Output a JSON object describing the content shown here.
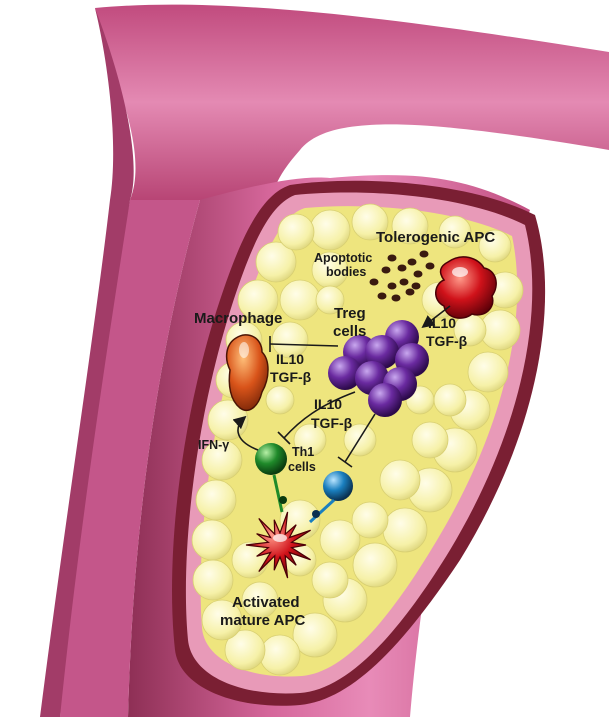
{
  "labels": {
    "tolerogenic_apc": "Tolerogenic APC",
    "apoptotic_line1": "Apoptotic",
    "apoptotic_line2": "bodies",
    "macrophage": "Macrophage",
    "treg_line1": "Treg",
    "treg_line2": "cells",
    "il10_right": "IL10",
    "tgfb_right": "TGF-β",
    "il10_left": "IL10",
    "tgfb_left": "TGF-β",
    "il10_center": "IL10",
    "tgfb_center": "TGF-β",
    "ifn_gamma": "IFN-γ",
    "th1_line1": "Th1",
    "th1_line2": "cells",
    "activated_line1": "Activated",
    "activated_line2": "mature APC"
  },
  "colors": {
    "vessel_wall": "#c8517f",
    "vessel_light": "#e07fa8",
    "vessel_dark": "#7a1f33",
    "plaque": "#f7f3b8",
    "treg": "#6a2aa0",
    "th1_green": "#1f8a2a",
    "th1_blue": "#1a7fbf",
    "tolerogenic_apc": "#d0121a",
    "activated_apc": "#c8121e",
    "macrophage": "#d9541a"
  }
}
